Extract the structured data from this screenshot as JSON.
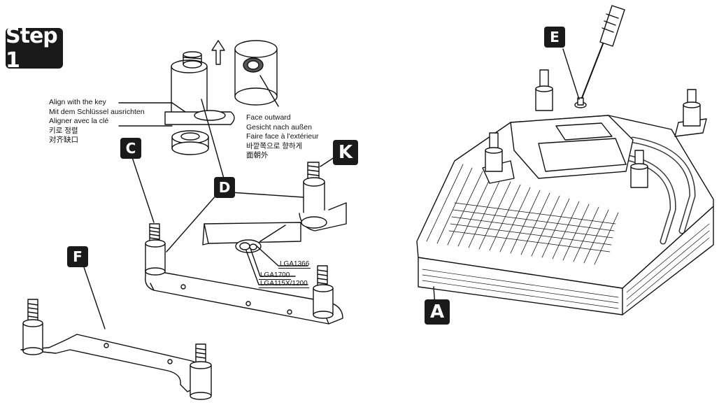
{
  "step_label": "Step 1",
  "callouts": {
    "c": "C",
    "d": "D",
    "k": "K",
    "f": "F",
    "e": "E",
    "a": "A"
  },
  "align_note": [
    "Align with the key",
    "Mit dem Schlüssel ausrichten",
    "Aligner avec la clé",
    "키로 정렬",
    "对齐缺口"
  ],
  "face_note": [
    "Face outward",
    "Gesicht nach außen",
    "Faire face à l'extérieur",
    "바깥쪽으로 향하게",
    "面朝外"
  ],
  "socket_labels": {
    "lga1366": "LGA1366",
    "lga1700": "LGA1700",
    "lga115x": "LGA115X/1200"
  }
}
